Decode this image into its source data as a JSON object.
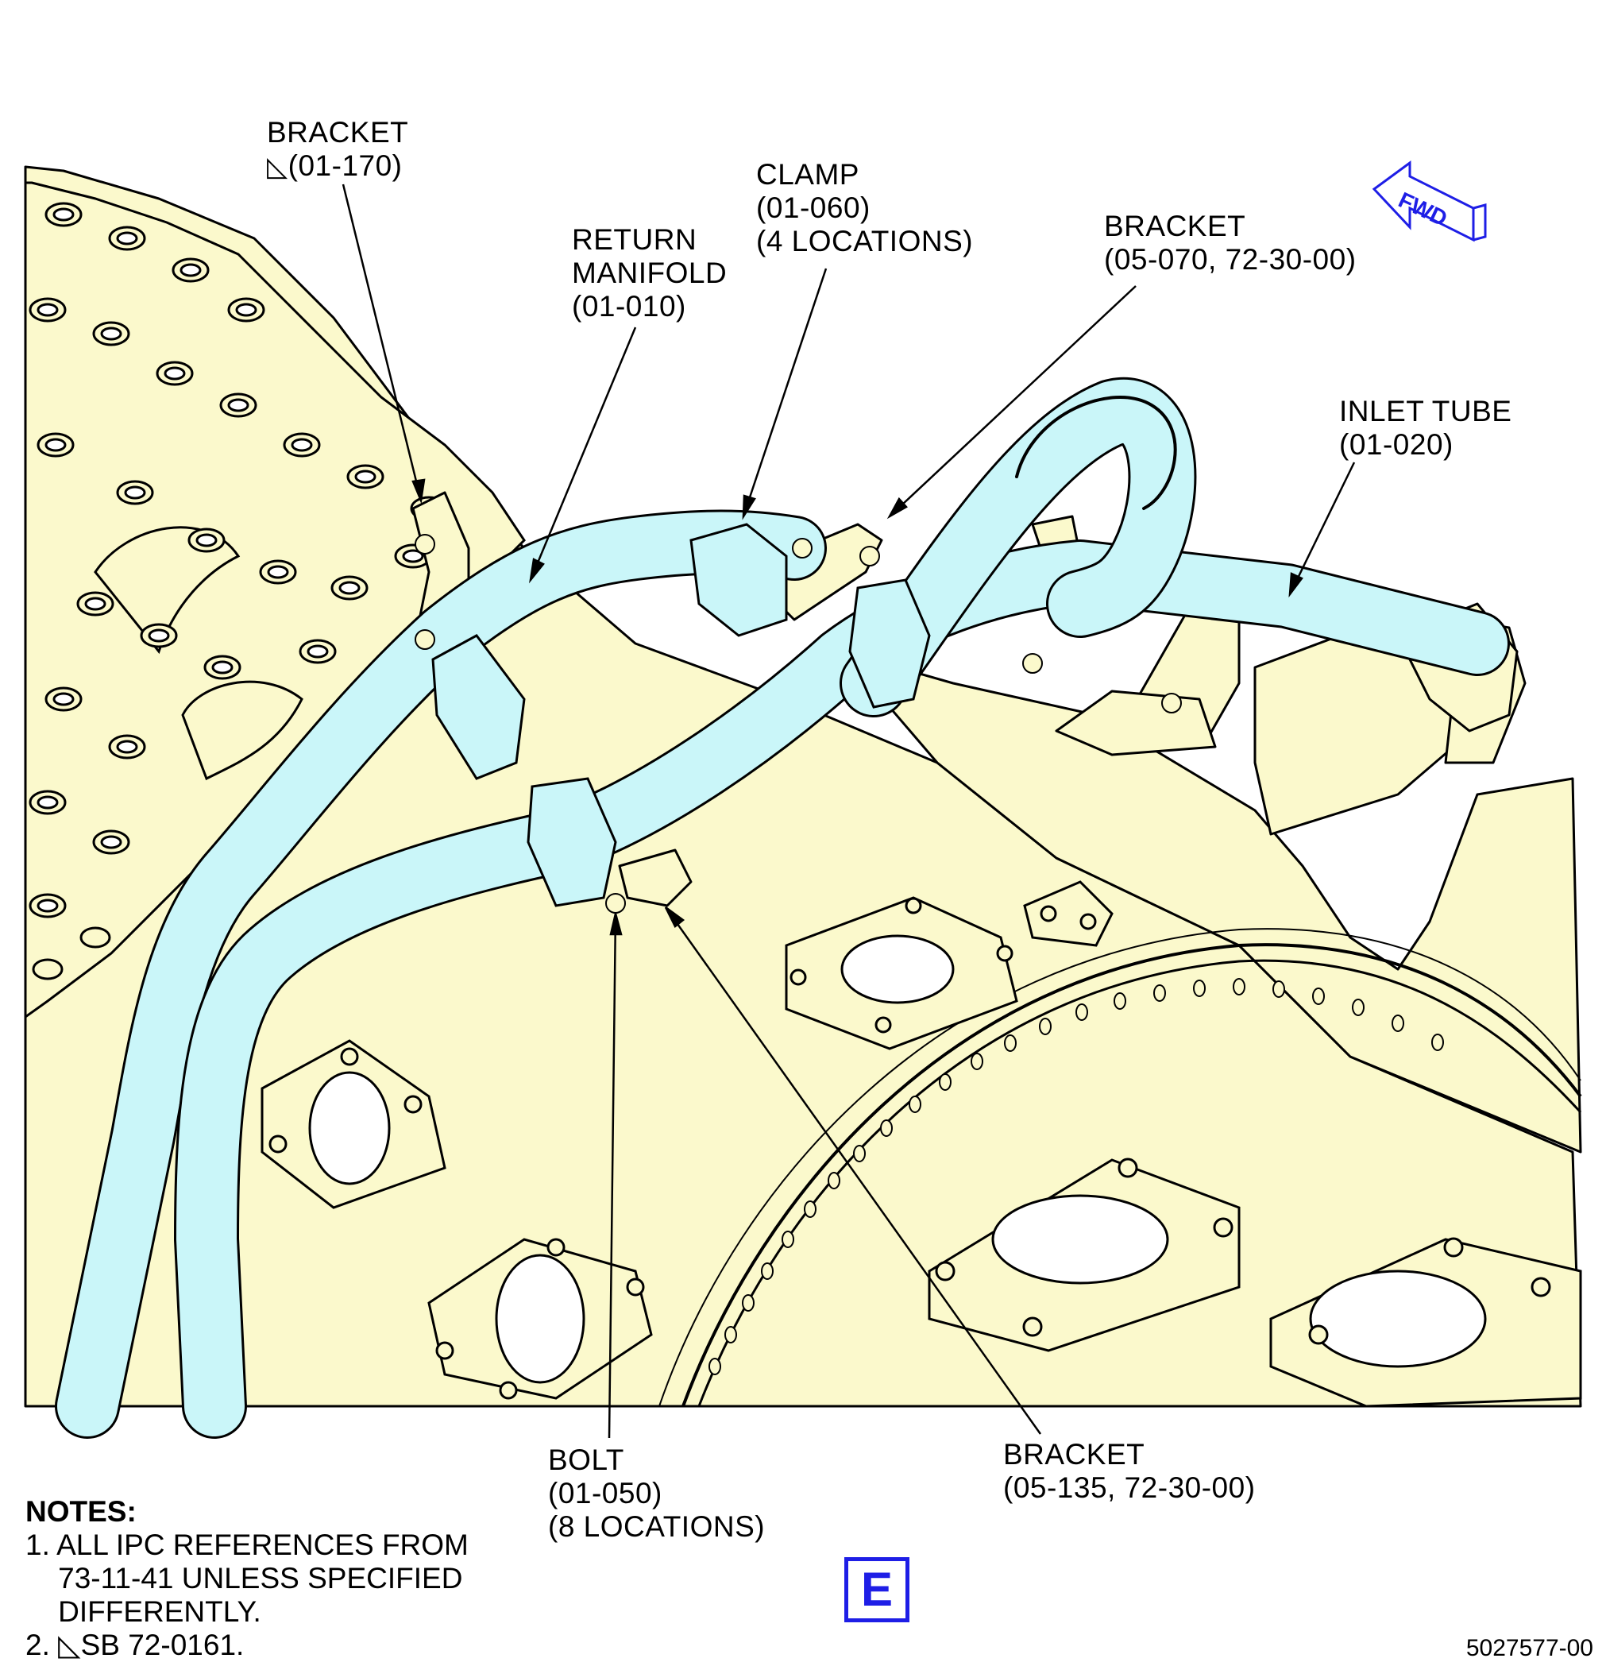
{
  "colors": {
    "engine": "#fbf9cc",
    "tube": "#caf6f9",
    "accent": "#1e1ee6",
    "line": "#000000"
  },
  "fwd_label": "FWD",
  "callouts": {
    "bracket_170": {
      "lines": [
        "BRACKET",
        "(01-170)"
      ],
      "flag": "◺"
    },
    "clamp": {
      "lines": [
        "CLAMP",
        "(01-060)",
        "(4 LOCATIONS)"
      ]
    },
    "return_manifold": {
      "lines": [
        "RETURN",
        "MANIFOLD",
        "(01-010)"
      ]
    },
    "bracket_070": {
      "lines": [
        "BRACKET",
        "(05-070, 72-30-00)"
      ]
    },
    "inlet_tube": {
      "lines": [
        "INLET TUBE",
        "(01-020)"
      ]
    },
    "bolt": {
      "lines": [
        "BOLT",
        "(01-050)",
        "(8 LOCATIONS)"
      ]
    },
    "bracket_135": {
      "lines": [
        "BRACKET",
        "(05-135, 72-30-00)"
      ]
    }
  },
  "notes": {
    "title": "NOTES:",
    "lines": [
      "1. ALL IPC REFERENCES FROM",
      "    73-11-41 UNLESS SPECIFIED",
      "    DIFFERENTLY.",
      "2. ◺SB 72-0161."
    ]
  },
  "view_letter": "E",
  "figure_number": "5027577-00"
}
